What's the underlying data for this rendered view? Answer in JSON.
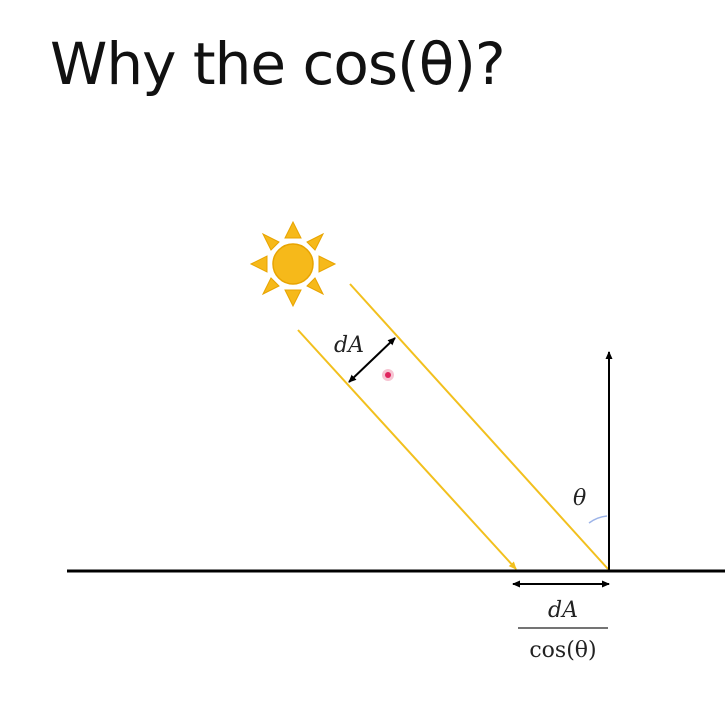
{
  "title": "Why the cos(θ)?",
  "labels": {
    "beam_width": "dA",
    "angle": "θ",
    "projected_numerator": "dA",
    "projected_denominator": "cos(θ)"
  },
  "colors": {
    "sun": "#f6b91a",
    "sun_stroke": "#e8a400",
    "light_ray": "#f2c01e",
    "surface": "#000000",
    "normal": "#000000",
    "angle_arc": "#9db4e8",
    "cursor_dot": "#e0245e"
  },
  "icons": {
    "sun": "sun-icon"
  }
}
